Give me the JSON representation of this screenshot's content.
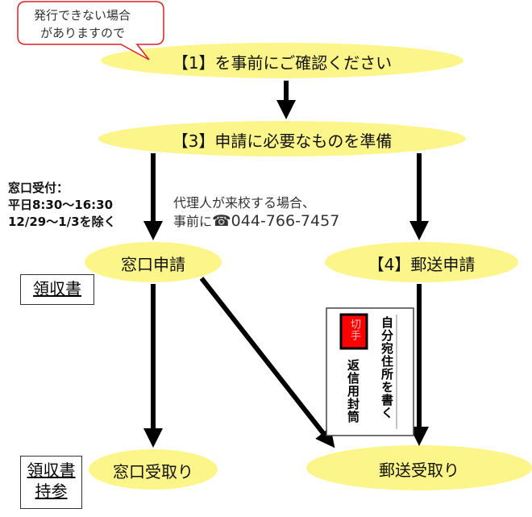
{
  "callout": {
    "line1": "発行できない場合",
    "line2": "がありますので"
  },
  "steps": {
    "step1": "【1】を事前にご確認ください",
    "step3": "【3】申請に必要なものを準備",
    "counter_apply": "窓口申請",
    "mail_apply": "【4】郵送申請",
    "counter_receive": "窓口受取り",
    "mail_receive": "郵送受取り"
  },
  "counter_hours": {
    "title": "窓口受付：",
    "hours": "平日8:30〜16:30",
    "except": "12/29〜1/3を除く"
  },
  "proxy_note": {
    "line1": "代理人が来校する場合、",
    "line2_prefix": "事前に",
    "phone": "☎044-766-7457"
  },
  "receipt_label": "領収書",
  "receipt_bring": {
    "line1": "領収書",
    "line2": "持参"
  },
  "envelope": {
    "stamp": "切手",
    "address_note": "自分宛住所を書く",
    "label": "返信用封筒"
  },
  "colors": {
    "ellipse": "#fbf58a",
    "callout_border": "#e02020",
    "stamp": "#ff0000"
  }
}
